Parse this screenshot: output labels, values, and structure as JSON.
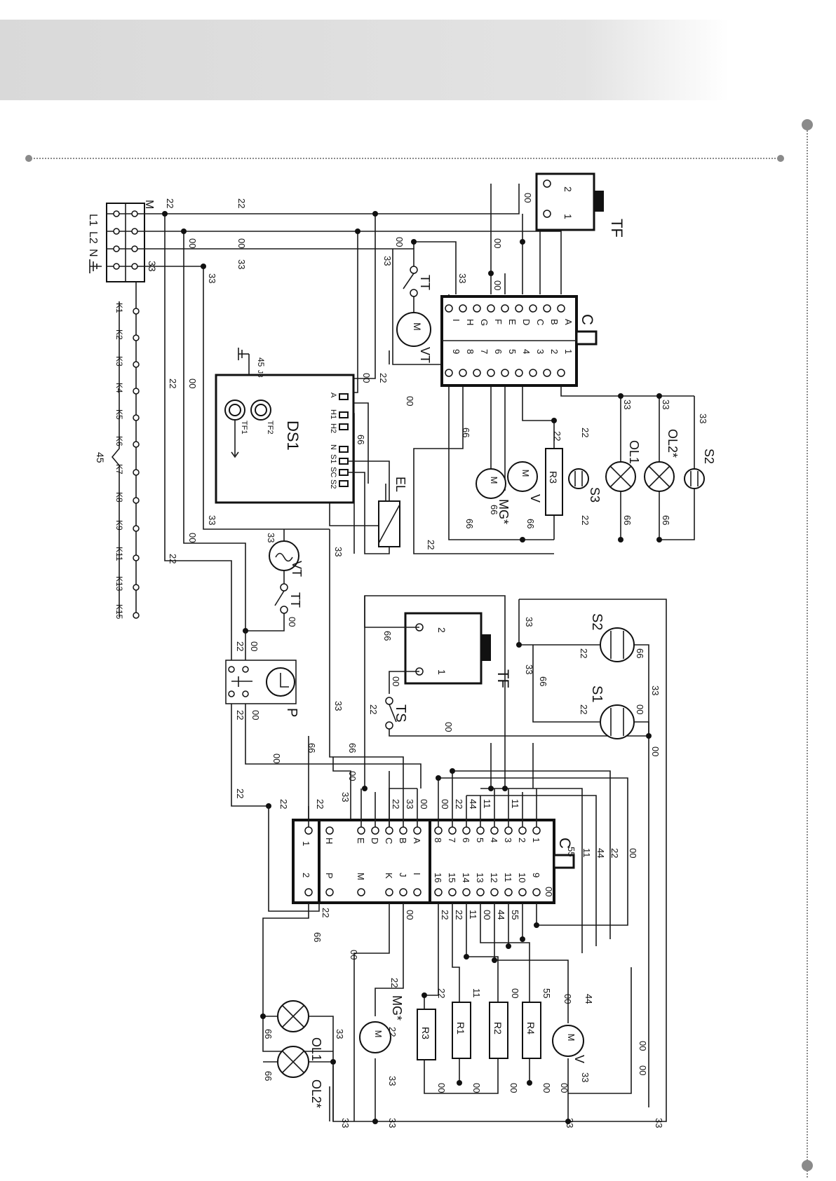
{
  "diagram": {
    "terminal_block": {
      "labels": [
        "L1",
        "L2",
        "N",
        "M"
      ],
      "wire_n": "33"
    },
    "connector_labels": [
      "K1",
      "K2",
      "K3",
      "K4",
      "K5",
      "K6",
      "K7",
      "K8",
      "K9",
      "K11",
      "K13",
      "K15"
    ],
    "connector_group": "45",
    "top_section": {
      "tf_label": "TF",
      "tf_pins": [
        "2",
        "1"
      ],
      "tf_wire": "00",
      "tt_label": "TT",
      "vt_label": "VT",
      "motor_symbol": "M",
      "controller_label": "C",
      "c_left_pins": [
        "A",
        "B",
        "C",
        "D",
        "E",
        "F",
        "G",
        "H",
        "I"
      ],
      "c_right_pins": [
        "1",
        "2",
        "3",
        "4",
        "5",
        "6",
        "7",
        "8",
        "9"
      ],
      "ds1_label": "DS1",
      "ds1_pins": [
        "A",
        "H1",
        "H2",
        "N",
        "S1",
        "SC",
        "S2"
      ],
      "ds1_sensors": [
        "TF1",
        "TF2"
      ],
      "ds1_ground": "45",
      "ds1_j": "J3",
      "el_label": "EL",
      "mg_label": "MG*",
      "v_label": "V",
      "r3_label": "R3",
      "s3_label": "S3",
      "ol1_label": "OL1",
      "ol2_label": "OL2*",
      "s2_label": "S2"
    },
    "bottom_section": {
      "vt_label": "VT",
      "tt_label": "TT",
      "p_label": "P",
      "tf_label": "TF",
      "tf_pins": [
        "2",
        "1"
      ],
      "ts_label": "TS",
      "s2_label": "S2",
      "s1_label": "S1",
      "controller_label": "C",
      "c_left_pins": [
        "A",
        "B",
        "C",
        "D",
        "E",
        "H",
        "I",
        "J",
        "K",
        "M",
        "P"
      ],
      "c_mid_pins": [
        "1",
        "2",
        "3",
        "4",
        "5",
        "6",
        "7",
        "8"
      ],
      "c_right_pins": [
        "9",
        "10",
        "11",
        "12",
        "13",
        "14",
        "15",
        "16"
      ],
      "c_num_pins": [
        "1",
        "2"
      ],
      "r_labels": [
        "R3",
        "R1",
        "R2",
        "R4"
      ],
      "mg_label": "MG*",
      "v_label": "V",
      "ol1_label": "OL1",
      "ol2_label": "OL2*"
    },
    "wire_numbers": {
      "n00": "00",
      "n11": "11",
      "n22": "22",
      "n33": "33",
      "n44": "44",
      "n55": "55",
      "n66": "66"
    }
  }
}
